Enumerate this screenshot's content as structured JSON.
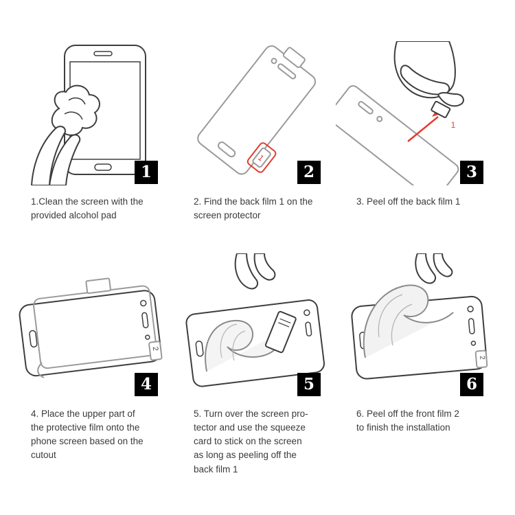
{
  "labels": {
    "back_film_tab": "1",
    "front_film_tab": "2"
  },
  "colors": {
    "background": "#ffffff",
    "line_art": "#3d3d3d",
    "film_line": "#9a9a9a",
    "accent_red": "#e43b2c",
    "badge_background": "#000000",
    "badge_text": "#ffffff",
    "caption_text": "#3a3a3a"
  },
  "steps": [
    {
      "number": "1",
      "caption": "1.Clean the screen with the\nprovided alcohol pad"
    },
    {
      "number": "2",
      "caption": "2. Find the back film 1 on the\nscreen protector"
    },
    {
      "number": "3",
      "caption": "3. Peel off the back film 1"
    },
    {
      "number": "4",
      "caption": "4. Place the upper part of\nthe protective film onto the\nphone screen based on the\ncutout"
    },
    {
      "number": "5",
      "caption": "5. Turn over the screen pro-\ntector and use the squeeze\ncard to stick on the screen\nas long as peeling off the\nback film 1"
    },
    {
      "number": "6",
      "caption": "6. Peel off the front film 2\nto finish the installation"
    }
  ]
}
